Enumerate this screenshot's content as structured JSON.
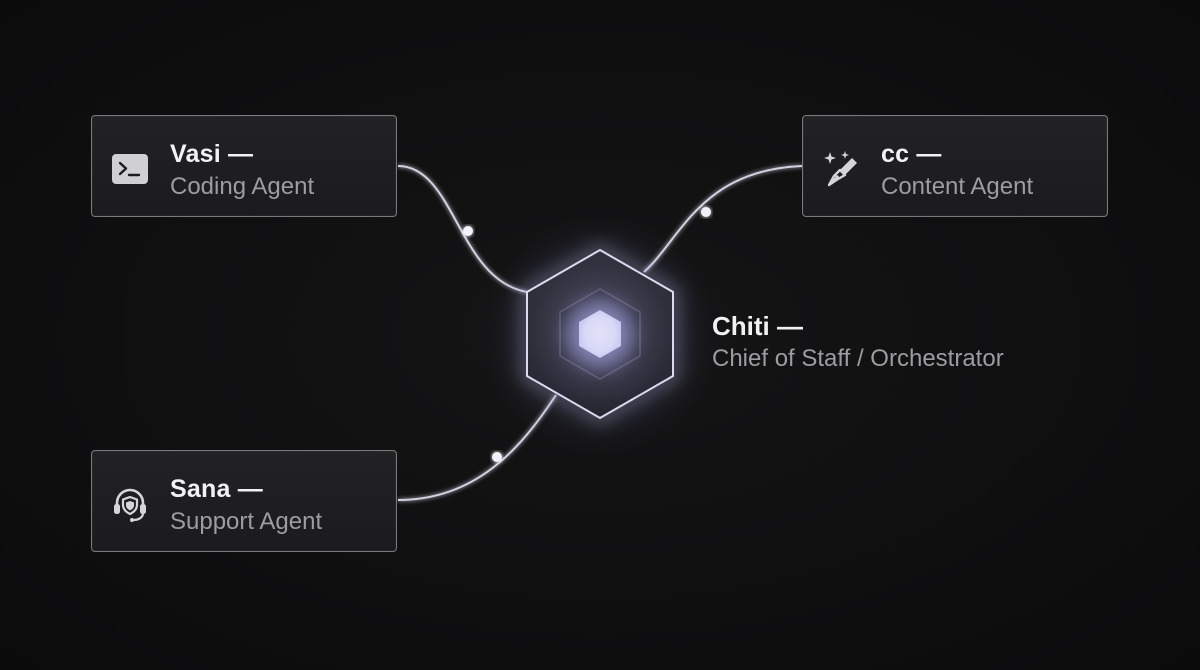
{
  "agents": [
    {
      "id": "vasi",
      "name": "Vasi —",
      "role": "Coding Agent",
      "icon": "terminal-icon"
    },
    {
      "id": "cc",
      "name": "cc —",
      "role": "Content Agent",
      "icon": "pen-sparkle-icon"
    },
    {
      "id": "sana",
      "name": "Sana —",
      "role": "Support Agent",
      "icon": "headset-shield-icon"
    }
  ],
  "hub": {
    "name": "Chiti —",
    "role": "Chief of Staff / Orchestrator",
    "icon": "hexagon-core-icon"
  },
  "colors": {
    "background": "#0f0f10",
    "card_border": "#7a7a7e",
    "link": "#c8c8d8",
    "glow": "#b4b4ee",
    "text_primary": "#f2f2f4",
    "text_secondary": "#9c9ca2"
  }
}
